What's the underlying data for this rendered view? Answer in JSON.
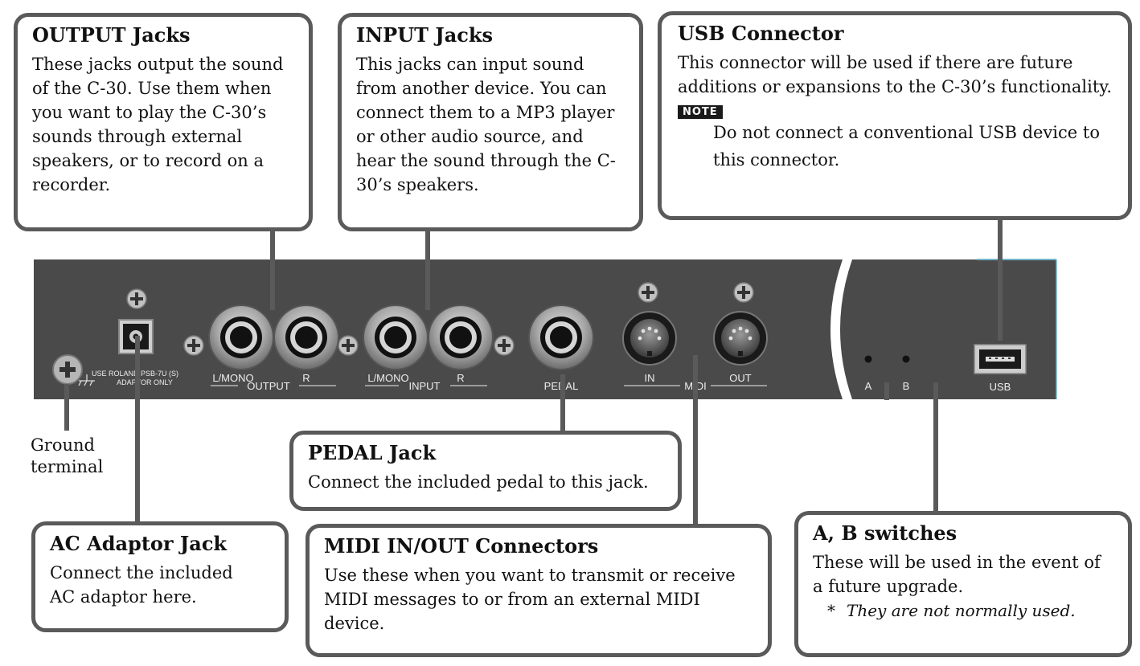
{
  "callouts": {
    "output": {
      "title": "OUTPUT Jacks",
      "lines": [
        "These jacks output the sound",
        "of the C-30. Use them when",
        "you want to play the C-30’s",
        "sounds through external",
        "speakers, or to record on a",
        "recorder."
      ]
    },
    "input": {
      "title": "INPUT Jacks",
      "lines": [
        "This jacks can input sound",
        "from another device. You can",
        "connect them to a MP3 player",
        "or other audio source, and",
        "hear the sound through the C-",
        "30’s speakers."
      ]
    },
    "usb": {
      "title": "USB Connector",
      "lines": [
        "This connector will be used if there are future",
        "additions or expansions to the C-30’s functionality."
      ],
      "note_badge": "NOTE",
      "note_lines": [
        "Do not connect a conventional USB device to",
        "this connector."
      ]
    },
    "pedal": {
      "title": "PEDAL Jack",
      "lines": [
        "Connect the included pedal to this jack."
      ]
    },
    "ac": {
      "title": "AC Adaptor Jack",
      "lines": [
        "Connect the included",
        "AC adaptor here."
      ]
    },
    "midi": {
      "title": "MIDI IN/OUT Connectors",
      "lines": [
        "Use these when you want to transmit or receive",
        "MIDI messages to or from an external MIDI",
        "device."
      ]
    },
    "ab": {
      "title": "A, B switches",
      "lines": [
        "These will be used in the event of",
        "a future upgrade."
      ],
      "asterisk": "*",
      "asterisk_text": "They are not normally used."
    }
  },
  "ground_label": [
    "Ground",
    "terminal"
  ],
  "panel": {
    "adaptor_text": [
      "USE ROLAND PSB-7U (S)",
      "ADAPTOR ONLY"
    ],
    "output_lmono": "L/MONO",
    "output_r": "R",
    "output_group": "OUTPUT",
    "input_lmono": "L/MONO",
    "input_r": "R",
    "input_group": "INPUT",
    "pedal": "PEDAL",
    "midi_in": "IN",
    "midi_out": "OUT",
    "midi_group": "MIDI",
    "switch_a": "A",
    "switch_b": "B",
    "usb": "USB"
  },
  "colors": {
    "panel": "#4a4a4a",
    "border": "#5a5a5a",
    "panel_text": "#eeeeee"
  }
}
